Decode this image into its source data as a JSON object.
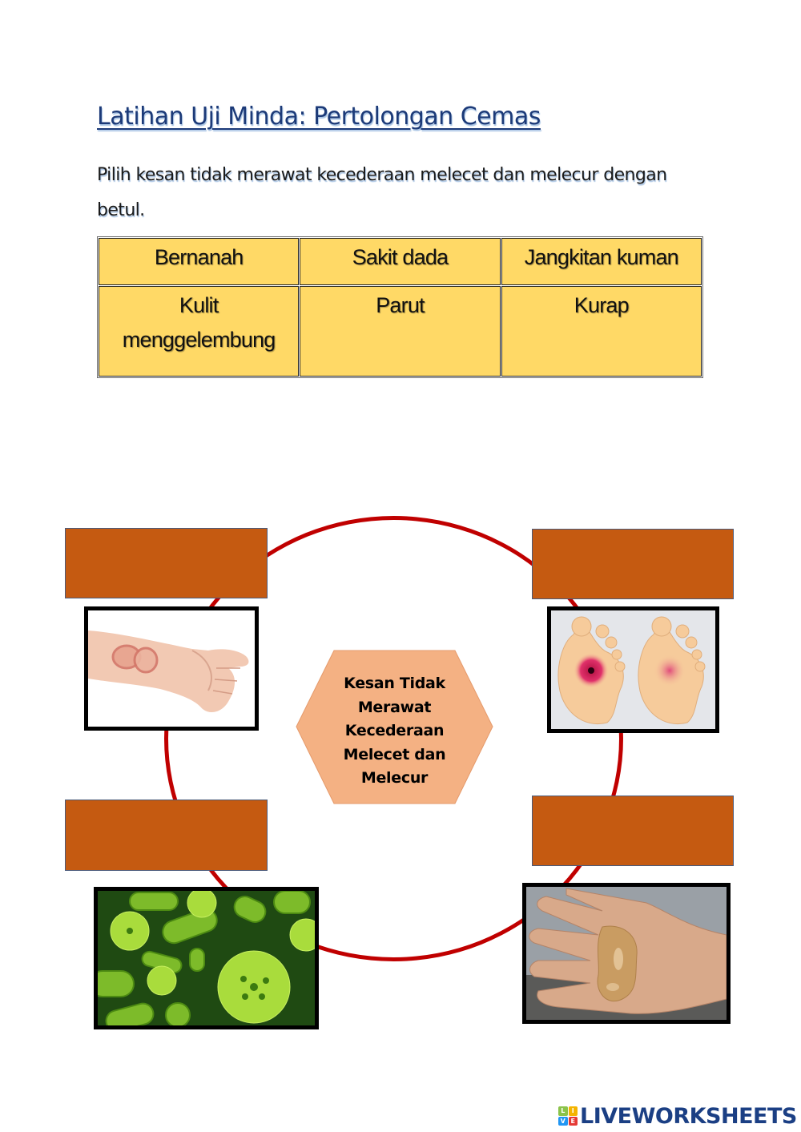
{
  "header": {
    "title": "Latihan Uji Minda: Pertolongan Cemas",
    "instruction": "Pilih kesan tidak merawat kecederaan melecet dan melecur dengan betul."
  },
  "word_bank": {
    "rows": [
      [
        "Bernanah",
        "Sakit dada",
        "Jangkitan kuman"
      ],
      [
        "Kulit menggelembung",
        "Parut",
        "Kurap"
      ]
    ],
    "cell_color": "#ffd966"
  },
  "diagram": {
    "center_label": "Kesan Tidak Merawat Kecederaan Melecet dan Melecur",
    "center_lines": [
      "Kesan Tidak",
      "Merawat",
      "Kecederaan",
      "Melecet dan",
      "Melecur"
    ],
    "ring_color": "#c00000",
    "hexagon_color": "#f4b183",
    "dropbox_color": "#c55a11",
    "drop_targets": [
      {
        "position": "top-left",
        "value": "",
        "image": "arm-ringworm-rash-photo"
      },
      {
        "position": "top-right",
        "value": "",
        "image": "foot-models-wound-photo"
      },
      {
        "position": "bottom-left",
        "value": "",
        "image": "green-bacteria-germs-photo"
      },
      {
        "position": "bottom-right",
        "value": "",
        "image": "blistered-burned-hand-photo"
      }
    ]
  },
  "footer": {
    "logo_text": "LIVEWORKSHEETS",
    "logo_icon_letters": [
      "L",
      "I",
      "V",
      "E"
    ]
  }
}
